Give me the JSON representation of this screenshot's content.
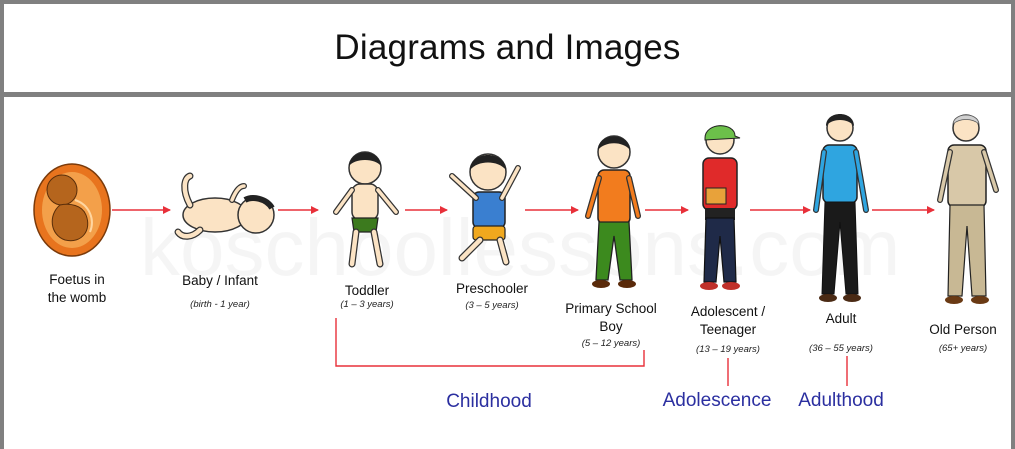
{
  "title": "Diagrams and Images",
  "watermark": "koschoollessons.com",
  "stages": [
    {
      "label_lines": [
        "Foetus in",
        "the womb"
      ],
      "range": ""
    },
    {
      "label_lines": [
        "Baby / Infant"
      ],
      "range": "(birth - 1 year)"
    },
    {
      "label_lines": [
        "Toddler"
      ],
      "range": "(1 – 3 years)"
    },
    {
      "label_lines": [
        "Preschooler"
      ],
      "range": "(3 – 5 years)"
    },
    {
      "label_lines": [
        "Primary School",
        "Boy"
      ],
      "range": "(5 – 12 years)"
    },
    {
      "label_lines": [
        "Adolescent /",
        "Teenager"
      ],
      "range": "(13 – 19 years)"
    },
    {
      "label_lines": [
        "Adult"
      ],
      "range": "(36 – 55 years)"
    },
    {
      "label_lines": [
        "Old Person"
      ],
      "range": "(65+ years)"
    }
  ],
  "groups": {
    "childhood": "Childhood",
    "adolescence": "Adolescence",
    "adulthood": "Adulthood"
  },
  "colors": {
    "arrow": "#e8303a",
    "group_label": "#2b2fa0",
    "frame": "#808080"
  }
}
